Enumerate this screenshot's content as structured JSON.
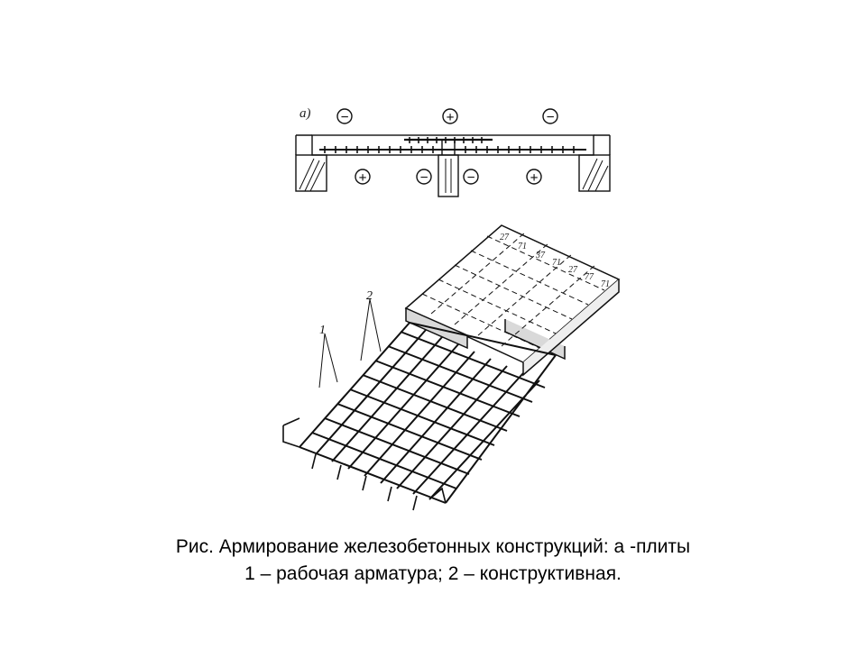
{
  "figure": {
    "section_label": "а)",
    "sign_plus": "+",
    "sign_minus": "−",
    "callout_working": "1",
    "callout_constructive": "2",
    "slab_marks": [
      "27",
      "71",
      "37",
      "71",
      "27",
      "77",
      "71"
    ]
  },
  "caption": {
    "line1": "Рис. Армирование железобетонных конструкций: а -плиты",
    "line2": "1 – рабочая арматура; 2 – конструктивная."
  }
}
